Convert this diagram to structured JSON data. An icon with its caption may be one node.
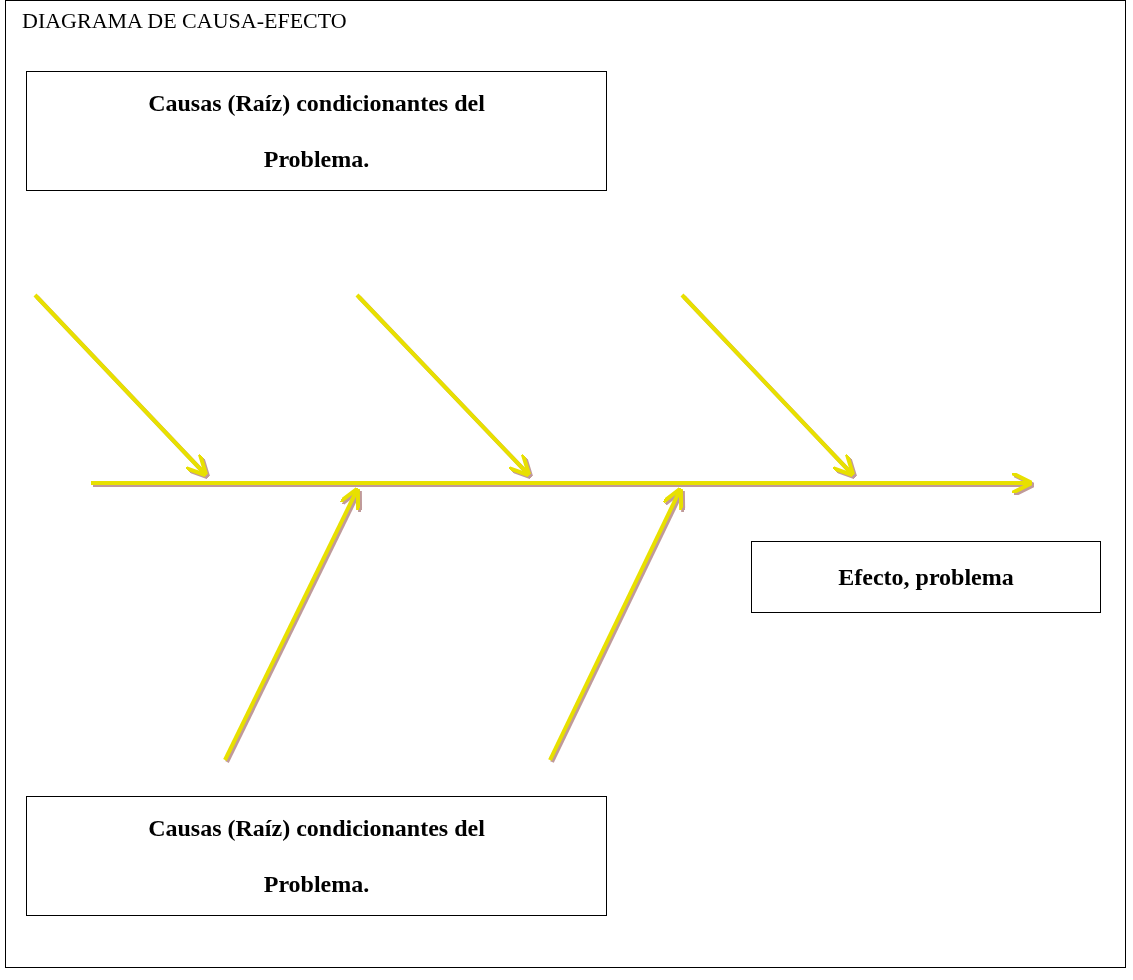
{
  "diagram": {
    "title": "DIAGRAMA DE CAUSA-EFECTO",
    "nodes": [
      {
        "text": [
          "Causas (Raíz) condicionantes del Problema."
        ]
      },
      {
        "text": [],
        "shape": "bar"
      },
      {
        "text": [
          "Efecto, problema"
        ]
      },
      {
        "text": [
          "Causas (Raíz) condicionantes del Problema."
        ]
      }
    ],
    "edges": [
      {
        "from": null,
        "to": 1,
        "arrow": "to"
      },
      {
        "from": null,
        "to": 1,
        "arrow": "to"
      },
      {
        "from": null,
        "to": 1,
        "arrow": "to"
      },
      {
        "from": null,
        "to": 1,
        "arrow": "to"
      },
      {
        "from": null,
        "to": 1,
        "arrow": "to"
      }
    ]
  }
}
